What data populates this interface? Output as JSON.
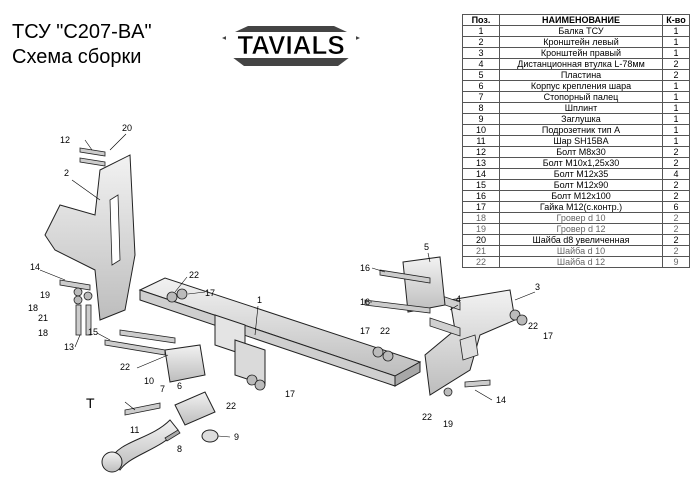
{
  "header": {
    "title": "ТСУ  \"C207-BA\"",
    "subtitle": "Схема сборки",
    "logo_text": "TAVIALS"
  },
  "parts_table": {
    "columns": [
      "Поз.",
      "НАИМЕНОВАНИЕ",
      "К-во"
    ],
    "rows": [
      {
        "pos": "1",
        "name": "Балка ТСУ",
        "qty": "1"
      },
      {
        "pos": "2",
        "name": "Кронштейн левый",
        "qty": "1"
      },
      {
        "pos": "3",
        "name": "Кронштейн правый",
        "qty": "1"
      },
      {
        "pos": "4",
        "name": "Дистанционная втулка L-78мм",
        "qty": "2"
      },
      {
        "pos": "5",
        "name": "Пластина",
        "qty": "2"
      },
      {
        "pos": "6",
        "name": "Корпус крепления шара",
        "qty": "1"
      },
      {
        "pos": "7",
        "name": "Стопорный палец",
        "qty": "1"
      },
      {
        "pos": "8",
        "name": "Шплинт",
        "qty": "1"
      },
      {
        "pos": "9",
        "name": "Заглушка",
        "qty": "1"
      },
      {
        "pos": "10",
        "name": "Подрозетник тип А",
        "qty": "1"
      },
      {
        "pos": "11",
        "name": "Шар SH15BA",
        "qty": "1"
      },
      {
        "pos": "12",
        "name": "Болт М8х30",
        "qty": "2"
      },
      {
        "pos": "13",
        "name": "Болт М10х1,25х30",
        "qty": "2"
      },
      {
        "pos": "14",
        "name": "Болт М12х35",
        "qty": "4"
      },
      {
        "pos": "15",
        "name": "Болт М12х90",
        "qty": "2"
      },
      {
        "pos": "16",
        "name": "Болт М12х100",
        "qty": "2"
      },
      {
        "pos": "17",
        "name": "Гайка М12(с.контр.)",
        "qty": "6"
      },
      {
        "pos": "18",
        "name": "Гровер d 10",
        "qty": "2"
      },
      {
        "pos": "19",
        "name": "Гровер d 12",
        "qty": "2"
      },
      {
        "pos": "20",
        "name": "Шайба d8 увеличенная",
        "qty": "2"
      },
      {
        "pos": "21",
        "name": "Шайба d 10",
        "qty": "2"
      },
      {
        "pos": "22",
        "name": "Шайба d 12",
        "qty": "9"
      }
    ]
  },
  "callouts": {
    "n1": "1",
    "n2": "2",
    "n3": "3",
    "n4": "4",
    "n5": "5",
    "n6": "6",
    "n7": "7",
    "n8": "8",
    "n9": "9",
    "n10": "10",
    "n11": "11",
    "n12": "12",
    "n13": "13",
    "n14a": "14",
    "n14b": "14",
    "n15": "15",
    "n16a": "16",
    "n16b": "16",
    "n17a": "17",
    "n17b": "17",
    "n17c": "17",
    "n17d": "17",
    "n18a": "18",
    "n18b": "18",
    "n19a": "19",
    "n19b": "19",
    "n20": "20",
    "n21": "21",
    "n22a": "22",
    "n22b": "22",
    "n22c": "22",
    "n22d": "22",
    "n22e": "22",
    "n22f": "22",
    "T": "T"
  }
}
